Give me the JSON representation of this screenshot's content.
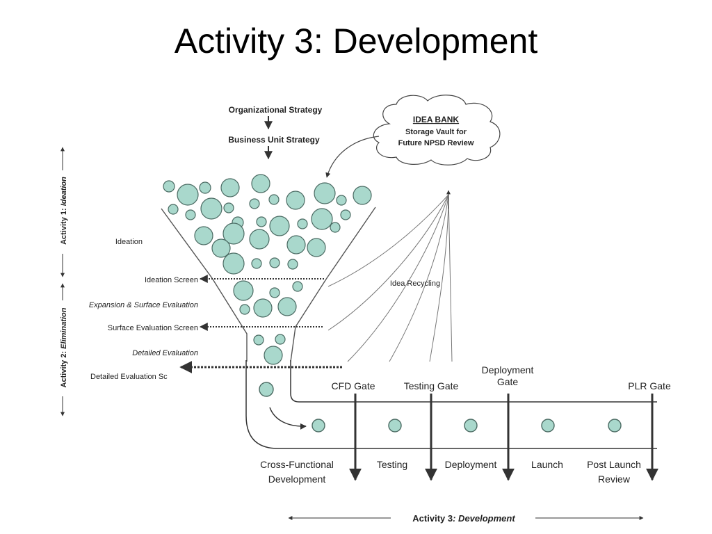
{
  "title": "Activity 3: Development",
  "strategy": {
    "organizational": "Organizational Strategy",
    "business_unit": "Business Unit Strategy"
  },
  "idea_bank": {
    "title": "IDEA BANK",
    "line1": "Storage Vault for",
    "line2": "Future NPSD Review"
  },
  "idea_recycling": "Idea Recycling",
  "left_labels": {
    "ideation": "Ideation",
    "ideation_screen": "Ideation Screen",
    "expansion": "Expansion & Surface Evaluation",
    "surface_screen": "Surface Evaluation Screen",
    "detailed_evaluation": "Detailed Evaluation",
    "detailed_screen": "Detailed Evaluation Sc"
  },
  "activity_labels": {
    "activity1_prefix": "Activity 1: ",
    "activity1_name": "Ideation",
    "activity2_prefix": "Activity 2: ",
    "activity2_name": "Elimination",
    "activity3_prefix": "Activity 3",
    "activity3_name": ": Development"
  },
  "gates": {
    "cfd": "CFD Gate",
    "testing": "Testing Gate",
    "deployment_line1": "Deployment",
    "deployment_line2": "Gate",
    "plr": "PLR Gate"
  },
  "stages": {
    "cfd_line1": "Cross-Functional",
    "cfd_line2": "Development",
    "testing": "Testing",
    "deployment": "Deployment",
    "launch": "Launch",
    "post_launch_line1": "Post Launch",
    "post_launch_line2": "Review"
  },
  "colors": {
    "bubble_fill": "#a9d8cc",
    "stroke": "#333333"
  }
}
